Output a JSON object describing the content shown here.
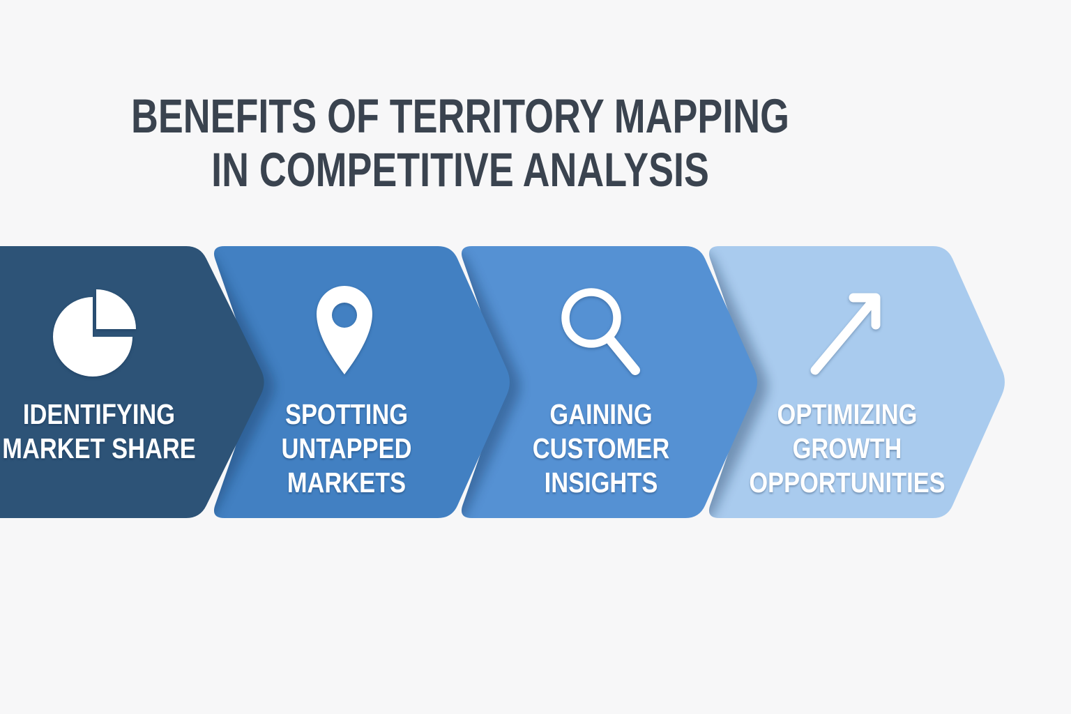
{
  "title": {
    "line1": "BENEFITS OF TERRITORY MAPPING",
    "line2": "IN COMPETITIVE ANALYSIS"
  },
  "steps": [
    {
      "icon": "pie-chart-icon",
      "color": "#2d5377",
      "label_lines": [
        "IDENTIFYING",
        "MARKET SHARE"
      ]
    },
    {
      "icon": "location-pin-icon",
      "color": "#4280c2",
      "label_lines": [
        "SPOTTING",
        "UNTAPPED",
        "MARKETS"
      ]
    },
    {
      "icon": "magnifying-glass-icon",
      "color": "#5591d3",
      "label_lines": [
        "GAINING",
        "CUSTOMER",
        "INSIGHTS"
      ]
    },
    {
      "icon": "trend-arrow-icon",
      "color": "#a9cbee",
      "label_lines": [
        "OPTIMIZING",
        "GROWTH",
        "OPPORTUNITIES"
      ]
    }
  ],
  "colors": {
    "background": "#f7f7f8",
    "title_text": "#3a434f",
    "label_text": "#ffffff",
    "icon": "#ffffff",
    "overlap_shadow": "#0d2b4d"
  }
}
